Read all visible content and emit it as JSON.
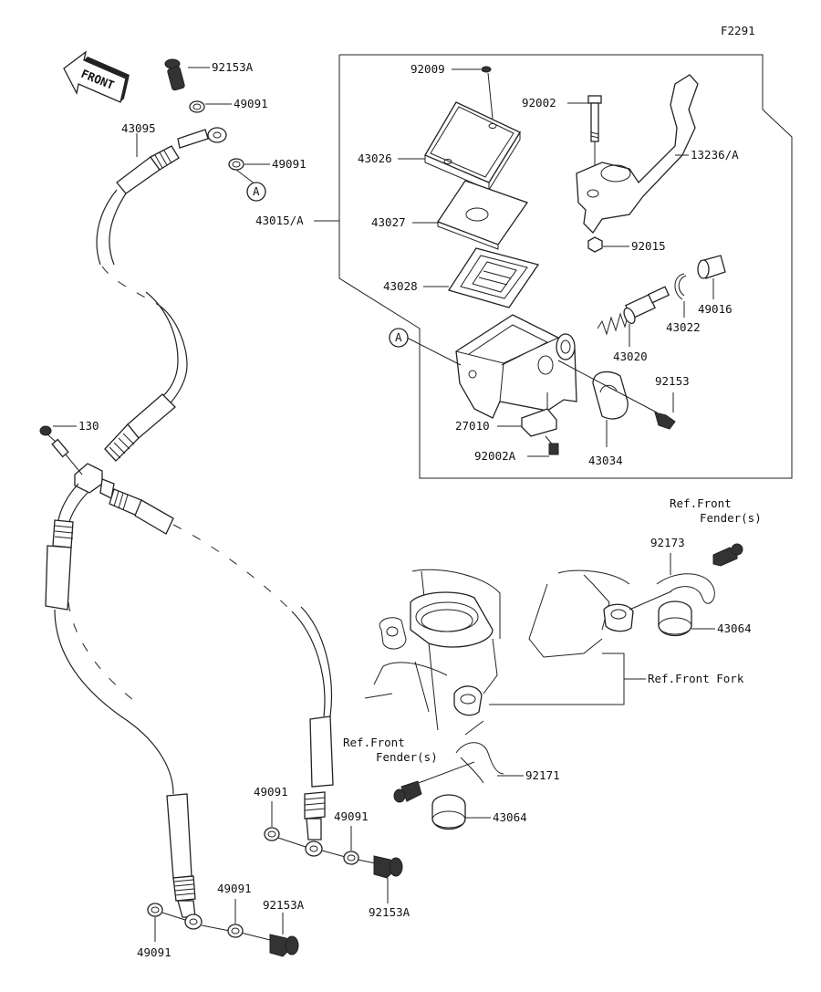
{
  "figure_code": "F2291",
  "front_arrow_text": "FRONT",
  "parts": {
    "p92153A_top": "92153A",
    "p49091_top1": "49091",
    "p49091_top2": "49091",
    "p43095": "43095",
    "p43015A": "43015/A",
    "p92009": "92009",
    "p43026": "43026",
    "p43027": "43027",
    "p43028": "43028",
    "p92002": "92002",
    "p13236A": "13236/A",
    "p92015": "92015",
    "p49016": "49016",
    "p43022": "43022",
    "p43020": "43020",
    "p92153": "92153",
    "p27010": "27010",
    "p92002A": "92002A",
    "p43034": "43034",
    "p130": "130",
    "p92173": "92173",
    "p43064_upper": "43064",
    "p92171": "92171",
    "p43064_lower": "43064",
    "p49091_mid1": "49091",
    "p49091_mid2": "49091",
    "p92153A_mid": "92153A",
    "p49091_bot1": "49091",
    "p92153A_bot": "92153A",
    "p49091_bot2": "49091"
  },
  "refs": {
    "front_fender_upper_l1": "Ref.Front",
    "front_fender_upper_l2": "Fender(s)",
    "front_fork": "Ref.Front Fork",
    "front_fender_lower_l1": "Ref.Front",
    "front_fender_lower_l2": "Fender(s)"
  },
  "connectors": {
    "a_hose": "A",
    "a_cylinder": "A"
  }
}
